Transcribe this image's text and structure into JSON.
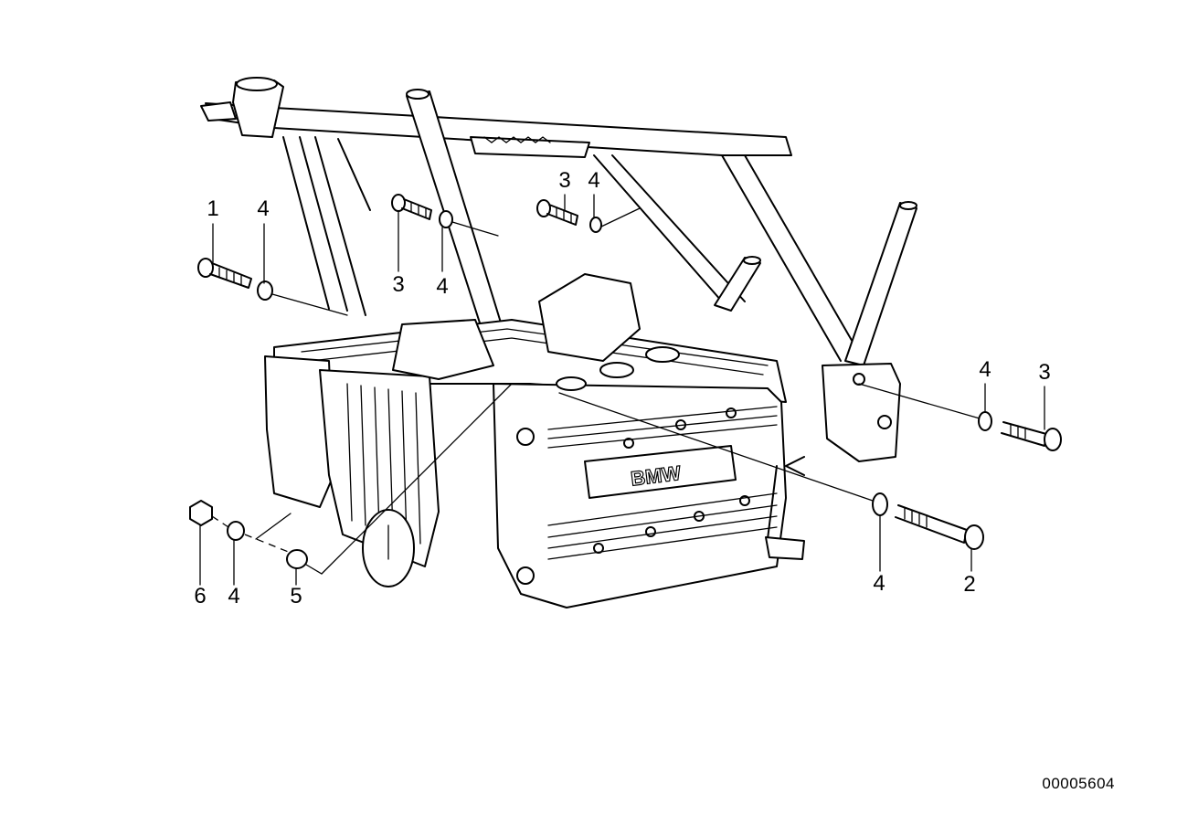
{
  "diagram": {
    "drawing_number": "00005604",
    "callouts": [
      {
        "id": "c1",
        "label": "1"
      },
      {
        "id": "c2",
        "label": "4"
      },
      {
        "id": "c3",
        "label": "3"
      },
      {
        "id": "c4",
        "label": "4"
      },
      {
        "id": "c5",
        "label": "3"
      },
      {
        "id": "c6",
        "label": "4"
      },
      {
        "id": "c7",
        "label": "4"
      },
      {
        "id": "c8",
        "label": "3"
      },
      {
        "id": "c9",
        "label": "4"
      },
      {
        "id": "c10",
        "label": "2"
      },
      {
        "id": "c11",
        "label": "6"
      },
      {
        "id": "c12",
        "label": "4"
      },
      {
        "id": "c13",
        "label": "5"
      }
    ]
  }
}
